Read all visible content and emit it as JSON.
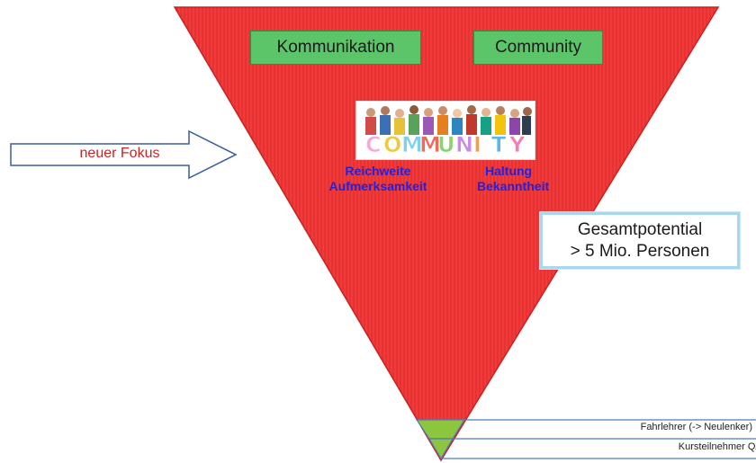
{
  "funnel": {
    "top_boxes": [
      {
        "label": "Kommunikation"
      },
      {
        "label": "Community"
      }
    ],
    "image_word": "COMMUNITY",
    "image_word_colors": [
      "#f4a9d6",
      "#f0c93a",
      "#7ed0f0",
      "#ef6a5a",
      "#8ad26b",
      "#c98be6",
      "#f39c4a",
      "#5ab7ec",
      "#f17fb3"
    ],
    "left_labels": [
      "Reichweite",
      "Aufmerksamkeit"
    ],
    "right_labels": [
      "Haltung",
      "Bekanntheit"
    ],
    "fill_color": "#ef3b3b",
    "tip_color": "#8cc63f"
  },
  "focus_arrow": {
    "label": "neuer Fokus"
  },
  "potential": {
    "line1": "Gesamtpotential",
    "line2": "> 5 Mio. Personen"
  },
  "bottom_strips": [
    {
      "label": "Fahrlehrer (-> Neulenker)"
    },
    {
      "label": "Kursteilnehmer QAED"
    }
  ]
}
